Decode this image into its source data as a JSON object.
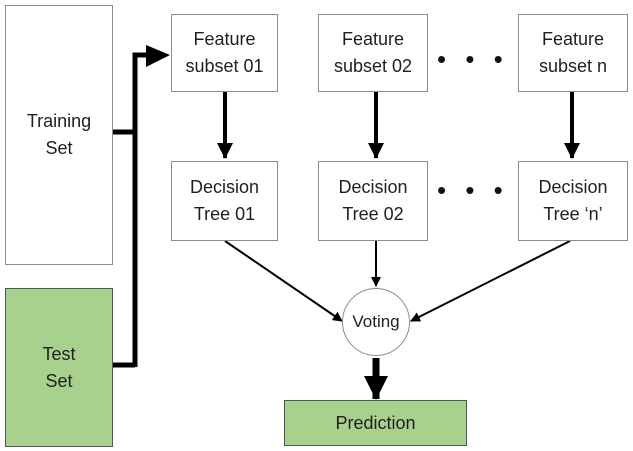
{
  "inputs": {
    "training": {
      "line1": "Training",
      "line2": "Set"
    },
    "test": {
      "line1": "Test",
      "line2": "Set"
    }
  },
  "feature_subsets": [
    {
      "line1": "Feature",
      "line2": "subset 01"
    },
    {
      "line1": "Feature",
      "line2": "subset 02"
    },
    {
      "line1": "Feature",
      "line2": "subset n"
    }
  ],
  "decision_trees": [
    {
      "line1": "Decision",
      "line2": "Tree 01"
    },
    {
      "line1": "Decision",
      "line2": "Tree 02"
    },
    {
      "line1": "Decision",
      "line2": "Tree ‘n’"
    }
  ],
  "ellipsis": "• • •",
  "voting": "Voting",
  "prediction": "Prediction",
  "colors": {
    "green_fill": "#a9d18e",
    "box_border": "#8c8c8c",
    "arrow": "#000000"
  }
}
